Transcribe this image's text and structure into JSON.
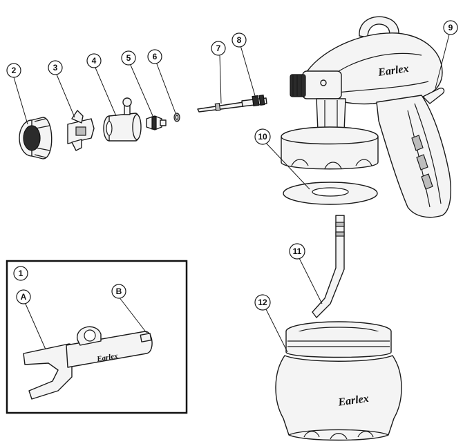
{
  "brand": "Earlex",
  "callouts": [
    "1",
    "2",
    "3",
    "4",
    "5",
    "6",
    "7",
    "8",
    "9",
    "10",
    "11",
    "12",
    "A",
    "B"
  ]
}
